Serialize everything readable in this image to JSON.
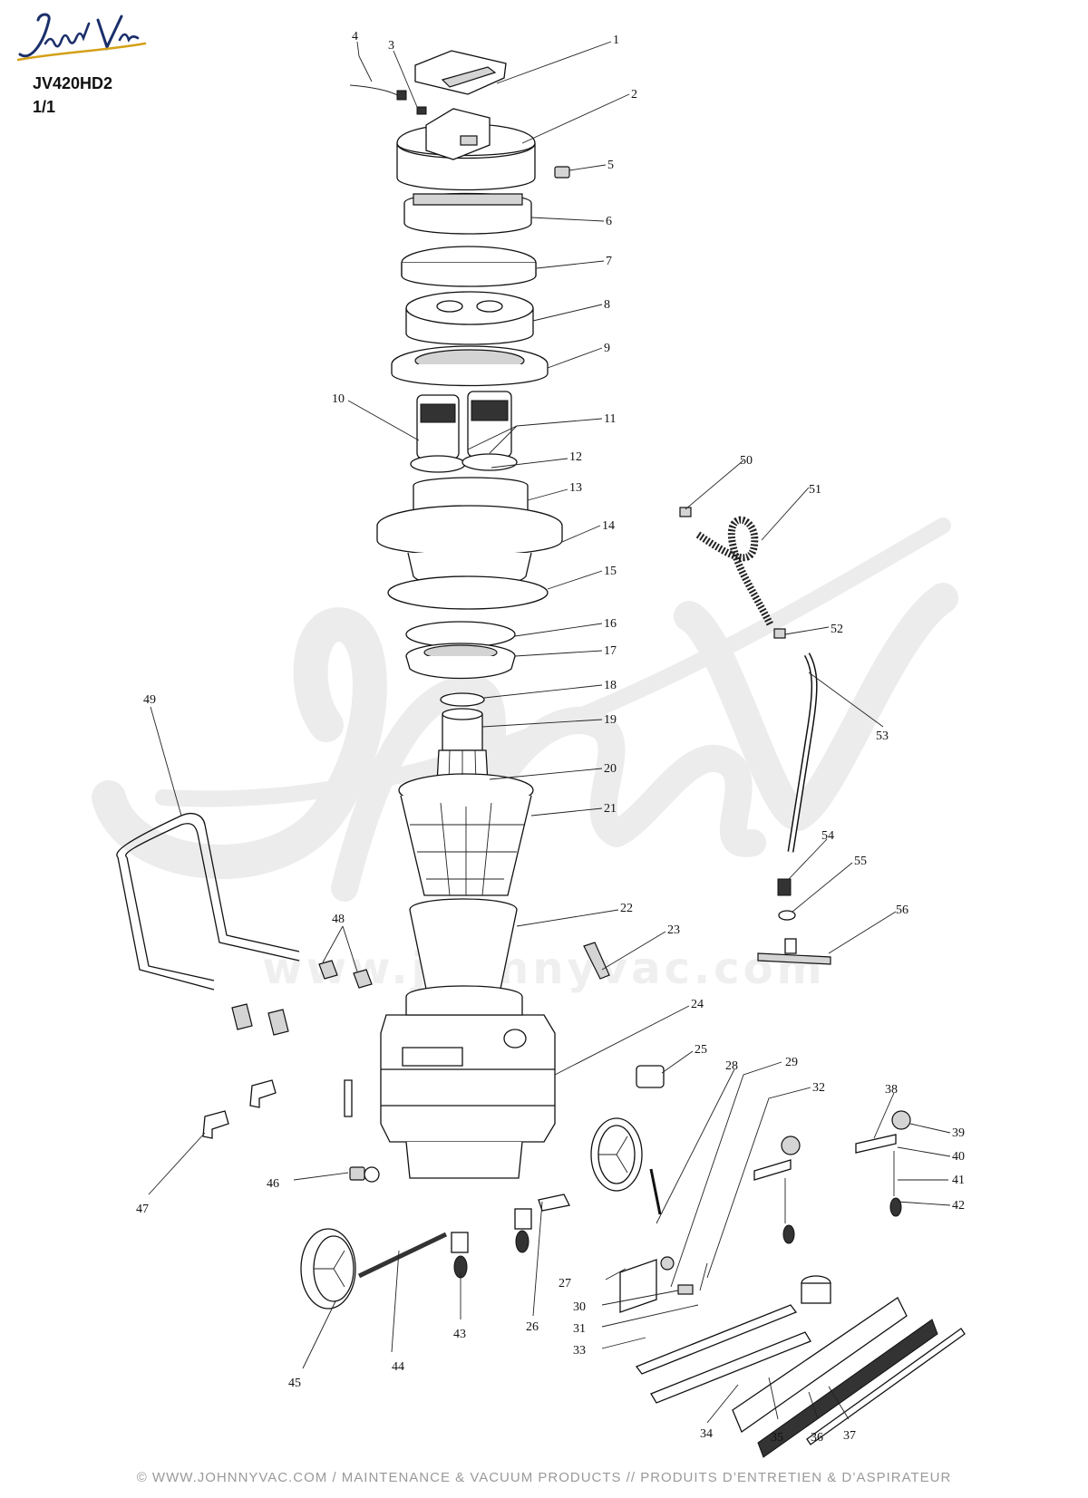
{
  "header": {
    "brand": "JohnnyVac",
    "model": "JV420HD2",
    "page": "1/1",
    "brand_color": "#1b2f6b",
    "brand_underline_color": "#d4a017"
  },
  "watermark": {
    "url_text": "www.johnnyvac.com",
    "color": "#eeeeee"
  },
  "parts": [
    {
      "n": "1"
    },
    {
      "n": "2"
    },
    {
      "n": "3"
    },
    {
      "n": "4"
    },
    {
      "n": "5"
    },
    {
      "n": "6"
    },
    {
      "n": "7"
    },
    {
      "n": "8"
    },
    {
      "n": "9"
    },
    {
      "n": "10"
    },
    {
      "n": "11"
    },
    {
      "n": "12"
    },
    {
      "n": "13"
    },
    {
      "n": "14"
    },
    {
      "n": "15"
    },
    {
      "n": "16"
    },
    {
      "n": "17"
    },
    {
      "n": "18"
    },
    {
      "n": "19"
    },
    {
      "n": "20"
    },
    {
      "n": "21"
    },
    {
      "n": "22"
    },
    {
      "n": "23"
    },
    {
      "n": "24"
    },
    {
      "n": "25"
    },
    {
      "n": "26"
    },
    {
      "n": "27"
    },
    {
      "n": "28"
    },
    {
      "n": "29"
    },
    {
      "n": "30"
    },
    {
      "n": "31"
    },
    {
      "n": "32"
    },
    {
      "n": "33"
    },
    {
      "n": "34"
    },
    {
      "n": "35"
    },
    {
      "n": "36"
    },
    {
      "n": "37"
    },
    {
      "n": "38"
    },
    {
      "n": "39"
    },
    {
      "n": "40"
    },
    {
      "n": "41"
    },
    {
      "n": "42"
    },
    {
      "n": "43"
    },
    {
      "n": "44"
    },
    {
      "n": "45"
    },
    {
      "n": "46"
    },
    {
      "n": "47"
    },
    {
      "n": "48"
    },
    {
      "n": "49"
    },
    {
      "n": "50"
    },
    {
      "n": "51"
    },
    {
      "n": "52"
    },
    {
      "n": "53"
    },
    {
      "n": "54"
    },
    {
      "n": "55"
    },
    {
      "n": "56"
    }
  ],
  "footer": {
    "text": "© WWW.JOHNNYVAC.COM / MAINTENANCE & VACUUM PRODUCTS  //  PRODUITS D’ENTRETIEN & D’ASPIRATEUR"
  }
}
